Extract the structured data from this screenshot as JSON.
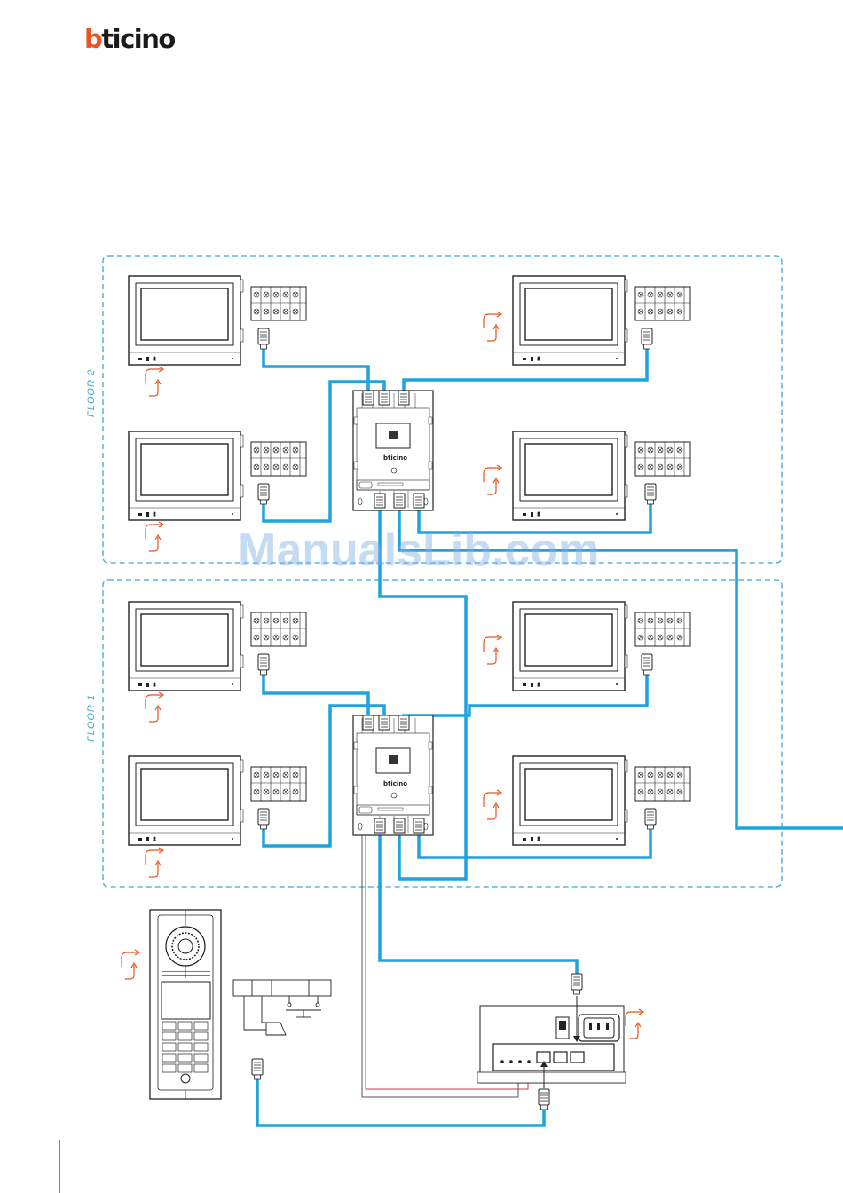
{
  "brand": {
    "logo_first": "b",
    "logo_rest": "ticino",
    "accent": "#e8531f"
  },
  "floors": [
    {
      "label": "FLOOR 2"
    },
    {
      "label": "FLOOR 1"
    }
  ],
  "watermark": "ManualsLib.com",
  "colors": {
    "bus": "#1ea3dc",
    "dashed": "#3aa6d6",
    "red_wire": "#d23b3b",
    "arrow": "#e8531f"
  }
}
